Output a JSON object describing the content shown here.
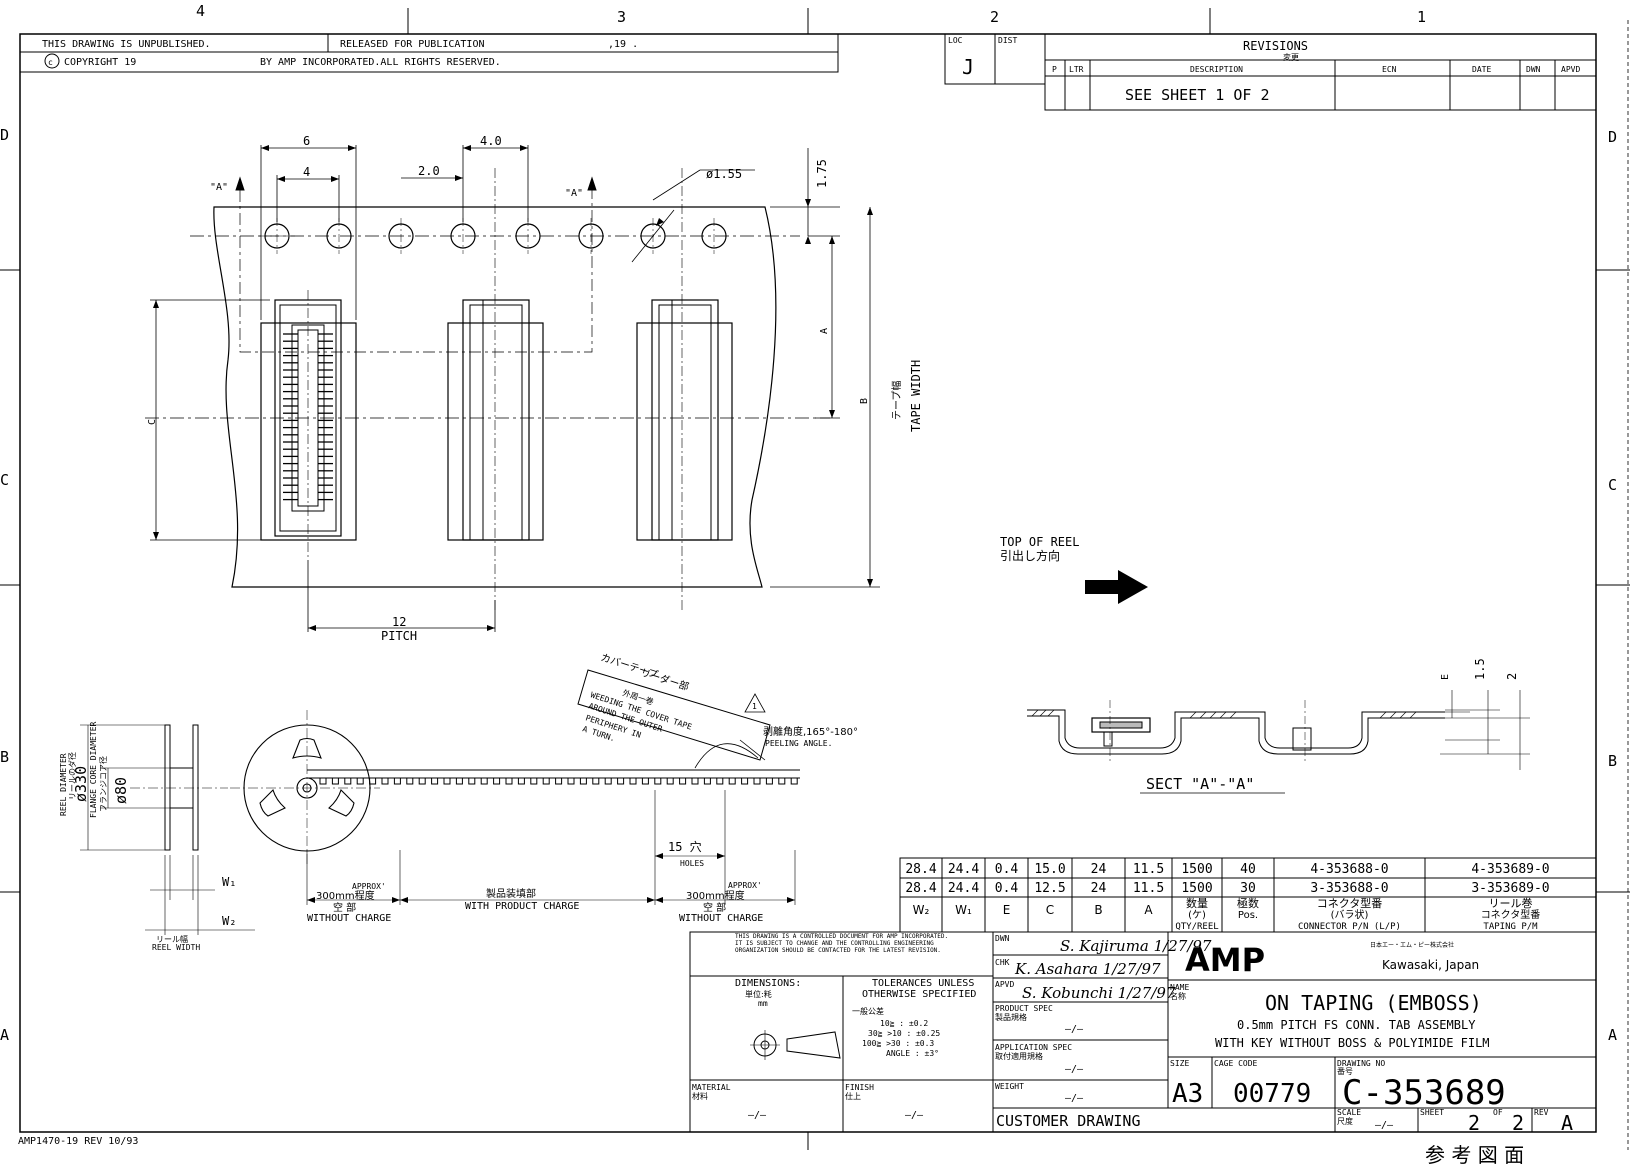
{
  "zones": {
    "top": [
      "4",
      "3",
      "2",
      "1"
    ],
    "side": [
      "D",
      "C",
      "B",
      "A"
    ]
  },
  "header": {
    "unpublished": "THIS DRAWING IS UNPUBLISHED.",
    "released": "RELEASED FOR PUBLICATION",
    "year": ",19   .",
    "copyright": "COPYRIGHT 19",
    "rights": "BY AMP INCORPORATED.ALL RIGHTS RESERVED.",
    "loc_label": "LOC",
    "loc_value": "J",
    "dist_label": "DIST"
  },
  "revisions": {
    "title": "REVISIONS",
    "title_jp": "変更",
    "cols": [
      "P",
      "LTR",
      "DESCRIPTION",
      "ECN",
      "DATE",
      "DWN",
      "APVD"
    ],
    "entry": "SEE SHEET 1 OF 2"
  },
  "dims": {
    "d6": "6",
    "d4": "4",
    "d40": "4.0",
    "d20": "2.0",
    "hole": "ø1.55",
    "d175": "1.75",
    "secA": "\"A\"",
    "A": "A",
    "B": "B",
    "C": "C",
    "tape_width": "TAPE WIDTH",
    "tape_width_jp": "テープ幅",
    "pitch_val": "12",
    "pitch": "PITCH"
  },
  "reel_dir": {
    "en": "TOP OF REEL",
    "jp": "引出し方向"
  },
  "section": {
    "title": "SECT \"A\"-\"A\"",
    "e": "E",
    "d15": "1.5",
    "d2": "2"
  },
  "reel": {
    "reel_diameter": "REEL DIAMETER",
    "reel_diameter_jp": "リールのダ径",
    "d330": "ø330",
    "flange_diameter": "FLANGE CORE DIAMETER",
    "flange_diameter_jp": "フランジコア径",
    "d80": "ø80",
    "w1": "W₁",
    "w2": "W₂",
    "reel_width_jp": "リール幅",
    "reel_width": "REEL WIDTH"
  },
  "leader": {
    "cover_jp1": "カバーテープ",
    "cover_jp2": "リーダー部",
    "outer_jp": "外周一巻",
    "l1": "WEEDING THE COVER TAPE",
    "l2": "AROUND THE OUTER",
    "l3": "PERIPHERY IN",
    "l4": "A TURN.",
    "note_mark": "1",
    "peel_jp": "剥離角度,165°-180°",
    "peel": "PEELING ANGLE.",
    "holes_val": "15 穴",
    "holes": "HOLES"
  },
  "tape_regions": {
    "approx": "APPROX'",
    "len300": "300mm程度",
    "empty_jp": "空 部",
    "without": "WITHOUT CHARGE",
    "product_jp": "製品装填部",
    "with": "WITH PRODUCT CHARGE"
  },
  "table": {
    "rows": [
      [
        "28.4",
        "24.4",
        "0.4",
        "15.0",
        "24",
        "11.5",
        "1500",
        "40",
        "4-353688-0",
        "4-353689-0"
      ],
      [
        "28.4",
        "24.4",
        "0.4",
        "12.5",
        "24",
        "11.5",
        "1500",
        "30",
        "3-353688-0",
        "3-353689-0"
      ]
    ],
    "head1": [
      "W₂",
      "W₁",
      "E",
      "C",
      "B",
      "A",
      "数量",
      "極数",
      "コネクタ型番",
      "リール巻"
    ],
    "head2": [
      "",
      "",
      "",
      "",
      "",
      "",
      "(ケ)",
      "Pos.",
      "(バラ状)",
      "コネクタ型番"
    ],
    "head3": [
      "",
      "",
      "",
      "",
      "",
      "",
      "QTY/REEL",
      "",
      "CONNECTOR P/N (L/P)",
      "TAPING P/M"
    ]
  },
  "title_block": {
    "controlled": "THIS DRAWING IS A CONTROLLED DOCUMENT FOR AMP INCORPORATED.",
    "controlled2": "IT IS SUBJECT TO CHANGE AND THE CONTROLLING ENGINEERING",
    "controlled3": "ORGANIZATION SHOULD BE CONTACTED FOR THE LATEST REVISION.",
    "dimensions": "DIMENSIONS:",
    "dimensions_jp": "単位:粍",
    "mm": "mm",
    "tol1": "TOLERANCES UNLESS",
    "tol2": "OTHERWISE SPECIFIED",
    "tol_jp": "一般公差",
    "tol_rows": [
      "10≧ : ±0.2",
      "30≧ >10 : ±0.25",
      "100≧ >30 : ±0.3",
      "ANGLE : ±3°"
    ],
    "material": "MATERIAL",
    "material_jp": "材料",
    "finish": "FINISH",
    "finish_jp": "仕上",
    "dash": "—/—",
    "dwn": "DWN",
    "chk": "CHK",
    "apvd": "APVD",
    "sig_dwn": "S. Kajiruma 1/27/97",
    "sig_chk": "K. Asahara 1/27/97",
    "sig_apvd": "S. Kobunchi 1/27/97",
    "product_spec": "PRODUCT SPEC",
    "product_spec_jp": "製品規格",
    "application_spec": "APPLICATION SPEC",
    "application_spec_jp": "取付適用規格",
    "weight": "WEIGHT",
    "customer_drawing": "CUSTOMER DRAWING",
    "logo": "AMP",
    "company_jp": "日本エー・エム・ピー株式会社",
    "location": "Kawasaki, Japan",
    "name_label": "NAME",
    "name_label_jp": "名称",
    "name1": "ON TAPING (EMBOSS)",
    "name2": "0.5mm PITCH FS CONN. TAB ASSEMBLY",
    "name3": "WITH KEY WITHOUT BOSS & POLYIMIDE FILM",
    "size_label": "SIZE",
    "size": "A3",
    "cage_label": "CAGE CODE",
    "cage": "00779",
    "dwg_label": "DRAWING NO",
    "dwg_label_jp": "番号",
    "dwg_no": "C-353689",
    "scale_label": "SCALE",
    "scale_jp": "尺度",
    "scale": "—/—",
    "sheet_label": "SHEET",
    "sheet": "2",
    "of_label": "OF",
    "of": "2",
    "rev_label": "REV",
    "rev": "A"
  },
  "footer": {
    "form": "AMP1470-19 REV 10/93",
    "ref_jp": "参 考 図 面"
  }
}
